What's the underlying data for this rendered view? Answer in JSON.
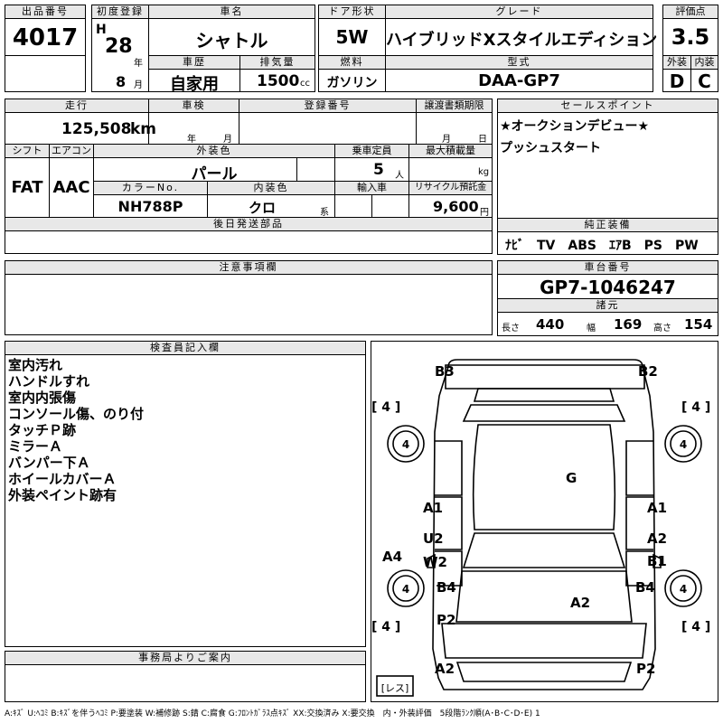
{
  "header": {
    "lot_label": "出品番号",
    "lot": "4017",
    "reg_label": "初度登録",
    "era": "H",
    "year": "28",
    "year_unit": "年",
    "month": "8",
    "month_unit": "月",
    "name_label": "車名",
    "name": "シャトル",
    "door_label": "ドア形状",
    "door": "5W",
    "grade_label": "グレード",
    "grade": "ハイブリッドXスタイルエディション",
    "score_label": "評価点",
    "score": "3.5",
    "history_label": "車歴",
    "history": "自家用",
    "disp_label": "排気量",
    "disp": "1500",
    "disp_unit": "cc",
    "fuel_label": "燃料",
    "fuel": "ガソリン",
    "model_label": "型式",
    "model": "DAA-GP7",
    "ext_label": "外装",
    "ext": "D",
    "int_label": "内装",
    "int": "C"
  },
  "row2": {
    "mileage_label": "走行",
    "mileage": "125,508",
    "mileage_unit": "km",
    "inspect_label": "車検",
    "inspect_year": "年",
    "inspect_month": "月",
    "regno_label": "登録番号",
    "transfer_label": "譲渡書類期限",
    "transfer_month": "月",
    "transfer_day": "日",
    "shift_label": "シフト",
    "shift": "FAT",
    "ac_label": "エアコン",
    "ac": "AAC",
    "color_label": "外装色",
    "color": "パール",
    "capacity_label": "乗車定員",
    "capacity": "5",
    "capacity_unit": "人",
    "load_label": "最大積載量",
    "load_unit": "kg",
    "colorno_label": "カラーNo.",
    "colorno": "NH788P",
    "intcolor_label": "内装色",
    "intcolor": "クロ",
    "intcolor_unit": "系",
    "import_label": "輸入車",
    "recycle_label": "リサイクル預託金",
    "recycle": "9,600",
    "recycle_unit": "円",
    "later_label": "後日発送部品"
  },
  "sales": {
    "label": "セールスポイント",
    "lines": [
      "★オークションデビュー★",
      "プッシュスタート"
    ]
  },
  "equipment": {
    "label": "純正装備",
    "items": "ﾅﾋﾞ　TV　ABS　ｴｱB　PS　PW"
  },
  "notes": {
    "label": "注意事項欄"
  },
  "chassis": {
    "label": "車台番号",
    "value": "GP7-1046247"
  },
  "dims": {
    "label": "諸元",
    "len_label": "長さ",
    "len": "440",
    "wid_label": "幅",
    "wid": "169",
    "hgt_label": "高さ",
    "hgt": "154"
  },
  "inspector": {
    "label": "検査員記入欄",
    "lines": [
      "室内汚れ",
      "ハンドルすれ",
      "室内内張傷",
      "コンソール傷、のり付",
      "タッチＰ跡",
      "ミラーＡ",
      "バンパー下Ａ",
      "ホイールカバーＡ",
      "外装ペイント跡有"
    ]
  },
  "office": {
    "label": "事務局よりご案内"
  },
  "legend": "A:ｷｽﾞ U:ﾍｺﾐ B:ｷｽﾞを伴うﾍｺﾐ P:要塗装 W:補修跡 S:錆 C:腐食 G:ﾌﾛﾝﾄｶﾞﾗｽ点ｷｽﾞ XX:交換済み X:要交換　内・外装評価　5段階ﾗﾝｸ順(A･B･C･D･E) 1",
  "diagram": {
    "b3": "B3",
    "b2": "B2",
    "g": "G",
    "a1l": "A1",
    "a1r": "A1",
    "u2": "U2",
    "w2": "W2",
    "a2r": "A2",
    "b1": "B1",
    "b4l": "B4",
    "b4r": "B4",
    "a2m": "A2",
    "p2": "P2",
    "a4": "A4",
    "a2bl": "A2",
    "p2br": "P2",
    "t1": "[ 4 ]",
    "t2": "[ 4 ]",
    "t3": "[ 4 ]",
    "t4": "[ 4 ]",
    "tire1": "4",
    "tire2": "4",
    "tire3": "4",
    "tire4": "4",
    "spare": "[レス]"
  }
}
